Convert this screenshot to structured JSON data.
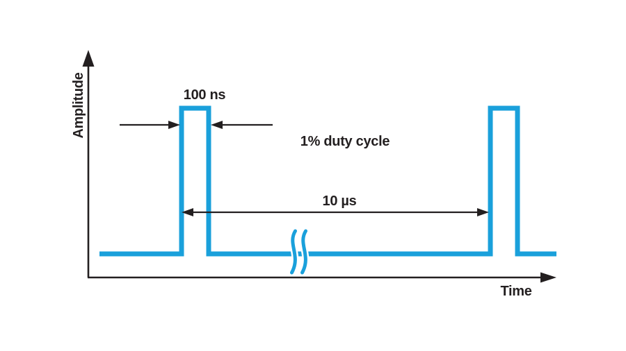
{
  "figure": {
    "y_axis_label": "Amplitude",
    "x_axis_label": "Time",
    "annotations": {
      "pulse_width": "100 ns",
      "duty_cycle": "1% duty cycle",
      "period": "10 µs"
    },
    "colors": {
      "waveform": "#1aa0db",
      "ink": "#231f20"
    }
  }
}
